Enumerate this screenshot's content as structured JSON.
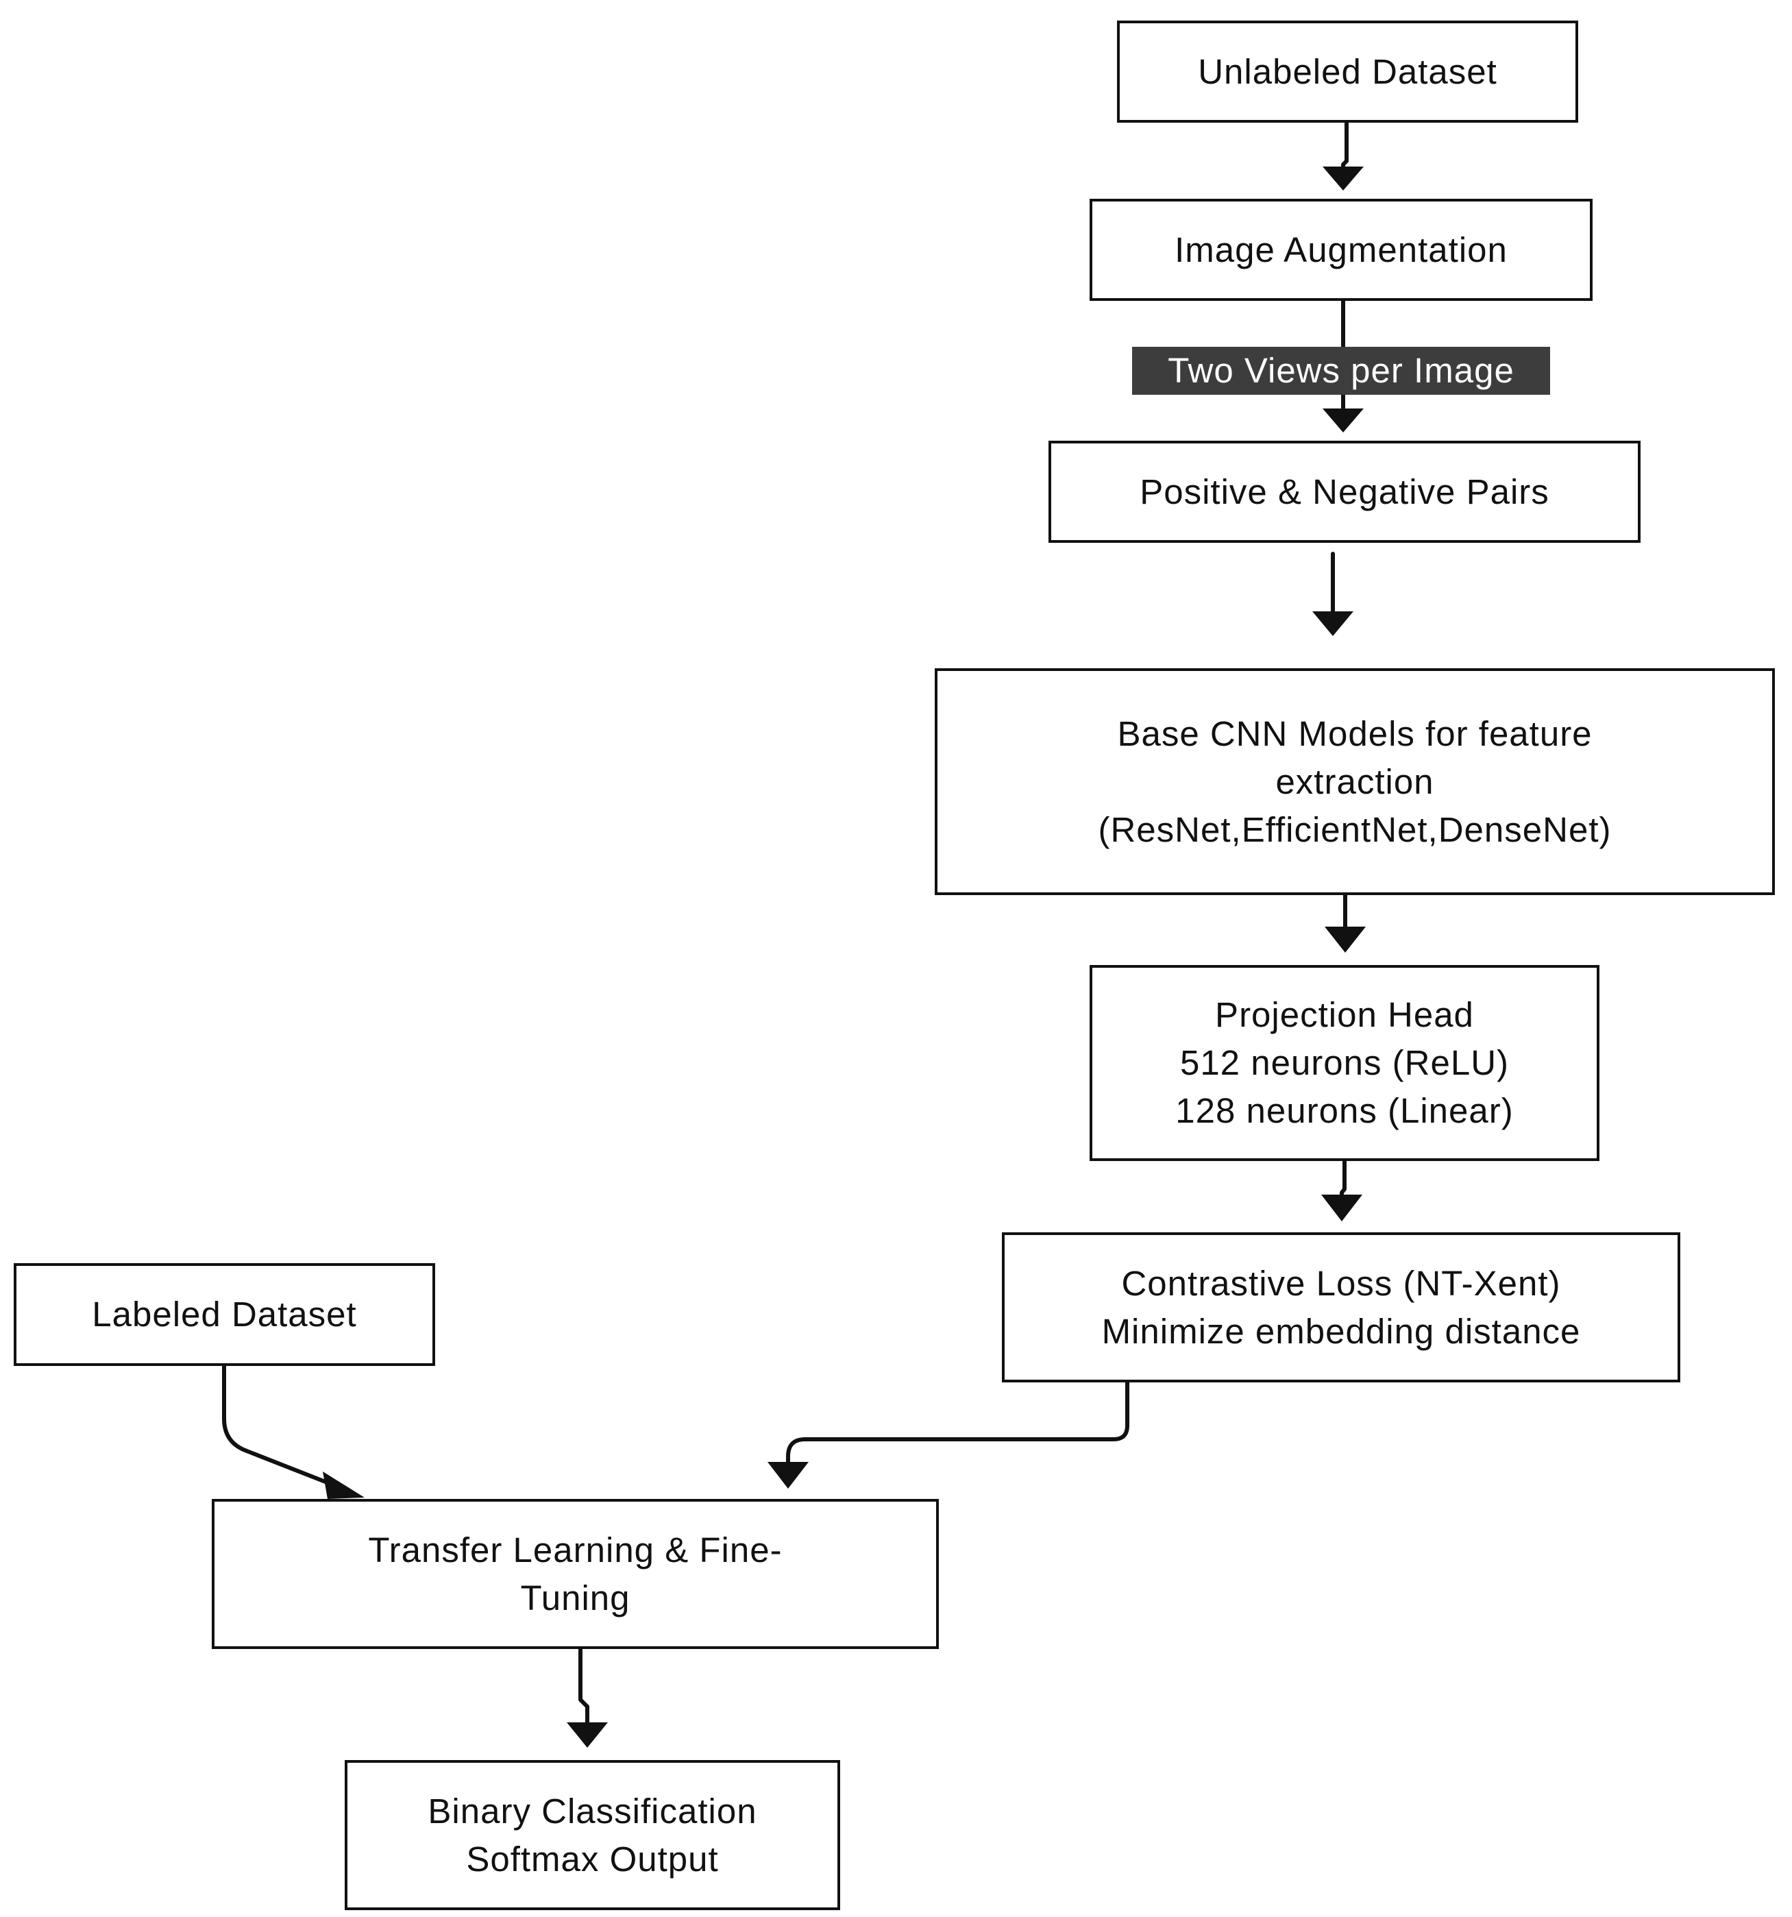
{
  "diagram": {
    "nodes": {
      "unlabeled_dataset": {
        "lines": [
          "Unlabeled Dataset"
        ]
      },
      "image_augmentation": {
        "lines": [
          "Image Augmentation"
        ]
      },
      "pairs": {
        "lines": [
          "Positive & Negative Pairs"
        ]
      },
      "base_cnn": {
        "lines": [
          "Base CNN Models for feature",
          "extraction",
          "(ResNet,EfficientNet,DenseNet)"
        ]
      },
      "projection_head": {
        "lines": [
          "Projection Head",
          "512 neurons (ReLU)",
          "128 neurons (Linear)"
        ]
      },
      "contrastive_loss": {
        "lines": [
          "Contrastive Loss (NT-Xent)",
          "Minimize embedding distance"
        ]
      },
      "labeled_dataset": {
        "lines": [
          "Labeled Dataset"
        ]
      },
      "transfer_learning": {
        "lines": [
          "Transfer Learning & Fine-",
          "Tuning"
        ]
      },
      "binary_classification": {
        "lines": [
          "Binary Classification",
          "Softmax Output"
        ]
      }
    },
    "edge_labels": {
      "augmentation_to_pairs": "Two Views per Image"
    },
    "edges": [
      {
        "from": "unlabeled_dataset",
        "to": "image_augmentation"
      },
      {
        "from": "image_augmentation",
        "to": "pairs",
        "label": "Two Views per Image"
      },
      {
        "from": "pairs",
        "to": "base_cnn"
      },
      {
        "from": "base_cnn",
        "to": "projection_head"
      },
      {
        "from": "projection_head",
        "to": "contrastive_loss"
      },
      {
        "from": "contrastive_loss",
        "to": "transfer_learning"
      },
      {
        "from": "labeled_dataset",
        "to": "transfer_learning"
      },
      {
        "from": "transfer_learning",
        "to": "binary_classification"
      }
    ]
  }
}
